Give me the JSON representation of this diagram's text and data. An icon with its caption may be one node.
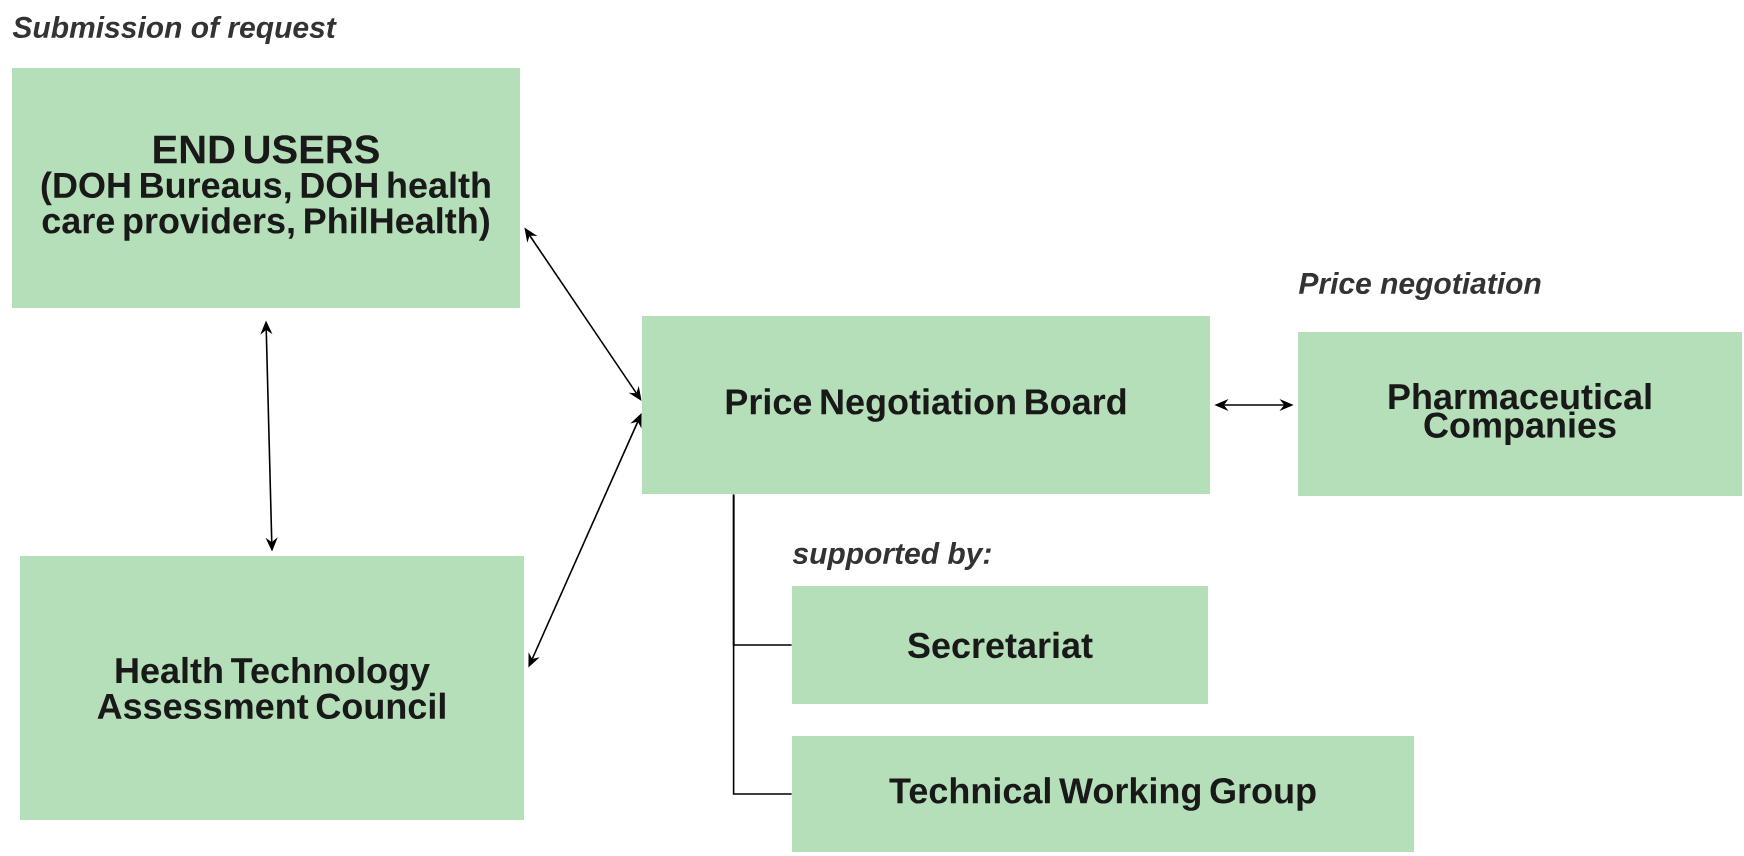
{
  "diagram": {
    "nodes": [
      {
        "text": [
          "END USERS",
          "(DOH Bureaus, DOH health care providers, PhilHealth)"
        ],
        "beside": [
          "Submission of request"
        ]
      },
      {
        "text": [
          "Price Negotiation Board"
        ]
      },
      {
        "text": [
          "Pharmaceutical Companies"
        ],
        "beside": [
          "Price negotiation"
        ]
      },
      {
        "text": [
          "Health Technology Assessment Council"
        ]
      },
      {
        "text": [
          "Secretariat"
        ]
      },
      {
        "text": [
          "Technical Working Group"
        ]
      }
    ],
    "edges": [
      {
        "from": 0,
        "to": 3,
        "arrow": "both"
      },
      {
        "from": 0,
        "to": 1,
        "arrow": "both"
      },
      {
        "from": 3,
        "to": 1,
        "arrow": "both"
      },
      {
        "from": 1,
        "to": 2,
        "arrow": "both"
      },
      {
        "from": 1,
        "to": 4,
        "arrow": "none"
      },
      {
        "from": 1,
        "to": 5,
        "arrow": "none"
      }
    ],
    "labels": [
      "supported by:"
    ]
  }
}
